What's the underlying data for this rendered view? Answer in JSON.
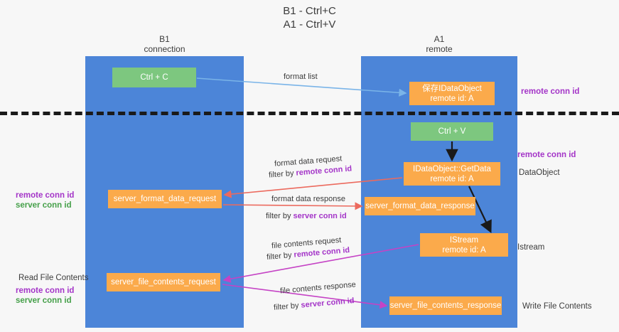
{
  "title": {
    "line1": "B1 - Ctrl+C",
    "line2": "A1 - Ctrl+V"
  },
  "columns": [
    {
      "name": "B1",
      "sub": "connection"
    },
    {
      "name": "A1",
      "sub": "remote"
    }
  ],
  "nodes": {
    "ctrl_c": {
      "label": "Ctrl + C",
      "color": "#7dc77f"
    },
    "idataobject": {
      "line1": "保存IDataObject",
      "line2": "remote id: A",
      "color": "#fbaa4b"
    },
    "ctrl_v": {
      "label": "Ctrl + V",
      "color": "#7dc77f"
    },
    "getdata": {
      "line1": "IDataObject::GetData",
      "line2": "remote id: A",
      "color": "#fbaa4b"
    },
    "server_format_data_request": {
      "label": "server_format_data_request",
      "color": "#fbaa4b"
    },
    "server_format_data_response": {
      "label": "server_format_data_response",
      "color": "#fbaa4b"
    },
    "istream": {
      "line1": "IStream",
      "line2": "remote id: A",
      "color": "#fbaa4b"
    },
    "server_file_contents_request": {
      "label": "server_file_contents_request",
      "color": "#fbaa4b"
    },
    "server_file_contents_response": {
      "label": "server_file_contents_response",
      "color": "#fbaa4b"
    }
  },
  "right_labels": {
    "remote_conn_id_top": "remote conn id",
    "remote_conn_id_mid": "remote conn id",
    "dataobject": "DataObject",
    "istream": "Istream",
    "write_file_contents": "Write File Contents"
  },
  "left_labels": {
    "remote_conn_id": "remote conn id",
    "server_conn_id": "server conn id",
    "read_file_contents": "Read File Contents",
    "remote_conn_id_2": "remote conn id",
    "server_conn_id_2": "server conn id"
  },
  "edge_labels": {
    "format_list": "format list",
    "format_data_request": "format data request",
    "filter_by": "filter by ",
    "filter_remote_conn_id": "remote conn id",
    "format_data_response": "format data response",
    "filter_server_conn_id": "server conn id",
    "file_contents_request": "file contents request",
    "filter_remote_conn_id_2": "remote conn id",
    "file_contents_response": "file contents response",
    "filter_server_conn_id_2": "server conn id"
  },
  "colors": {
    "lane": "#4c85d8",
    "green_node": "#7dc77f",
    "orange_node": "#fbaa4b",
    "purple_text": "#a435c8",
    "green_text": "#46a04a",
    "arrow_blue": "#7ab4e8",
    "arrow_red": "#ec6a5e",
    "arrow_magenta": "#c543c5",
    "arrow_black": "#1a1a1a",
    "divider": "#1a1a1a",
    "background": "#f7f7f7"
  }
}
